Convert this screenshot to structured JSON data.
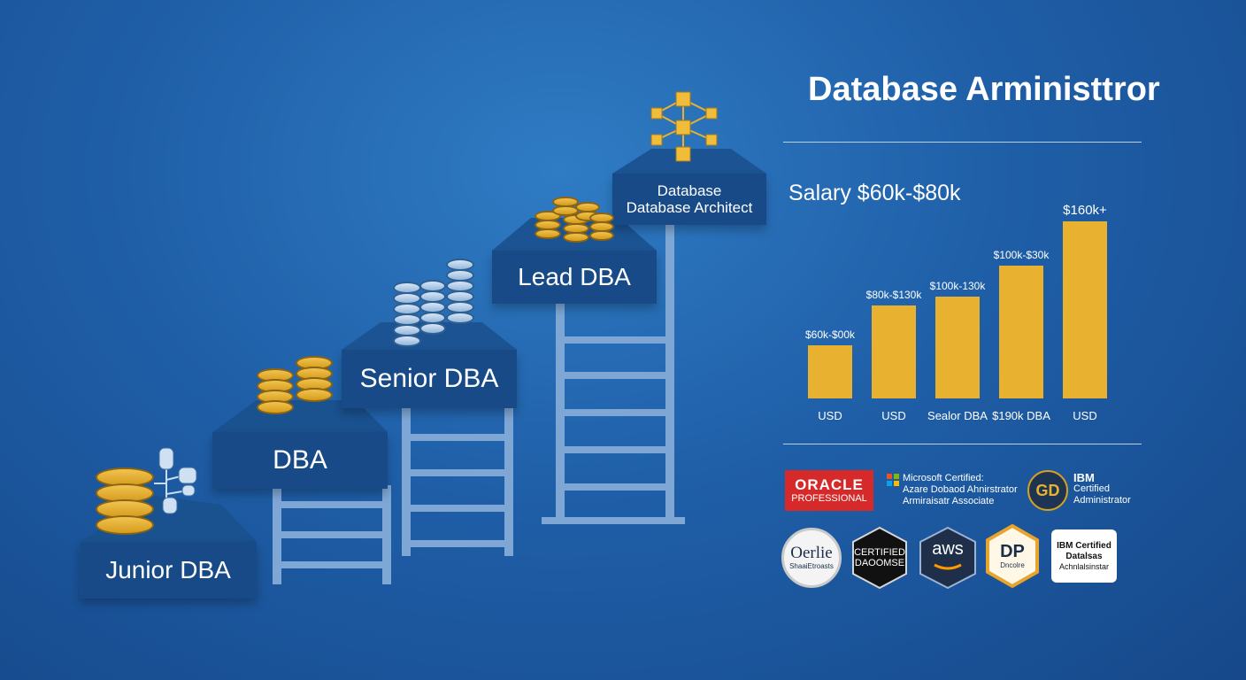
{
  "header": {
    "title": "Database Arministtror"
  },
  "career": [
    {
      "label": "Junior DBA"
    },
    {
      "label": "DBA"
    },
    {
      "label": "Senior DBA"
    },
    {
      "label": "Lead DBA"
    },
    {
      "label_line1": "Database",
      "label_line2": "Database Architect"
    }
  ],
  "chart_data": {
    "type": "bar",
    "title": "Salary $60k-$80k",
    "categories": [
      "USD",
      "USD",
      "Sealor DBA",
      "$190k DBA",
      "USD"
    ],
    "value_labels": [
      "$60k-$00k",
      "$80k-$130k",
      "$100k-130k",
      "$100k-$30k",
      "$160k+"
    ],
    "values": [
      60,
      105,
      115,
      150,
      200
    ],
    "color": "#e8b230"
  },
  "certs": {
    "oracle_line1": "ORACLE",
    "oracle_line2": "PROFESSIONAL",
    "ms_line1": "Microsoft Certified:",
    "ms_line2": "Azare Dobaod Ahnirstrator",
    "ms_line3": "Armiraisatr Associate",
    "ibm_logo": "GD",
    "ibm_line1": "IBM",
    "ibm_line2": "Certified",
    "ibm_line3": "Administrator",
    "b1_line1": "Oerlie",
    "b1_line2": "ShaaiEtroasts",
    "b2_line1": "CERTIFIED",
    "b2_line2": "DAOOMSE",
    "b3": "aws",
    "b4_line1": "DP",
    "b4_line2": "Dncolre",
    "b5_line1": "IBM Certified",
    "b5_line2": "Datalsas",
    "b5_line3": "Achnlalsinstar"
  }
}
